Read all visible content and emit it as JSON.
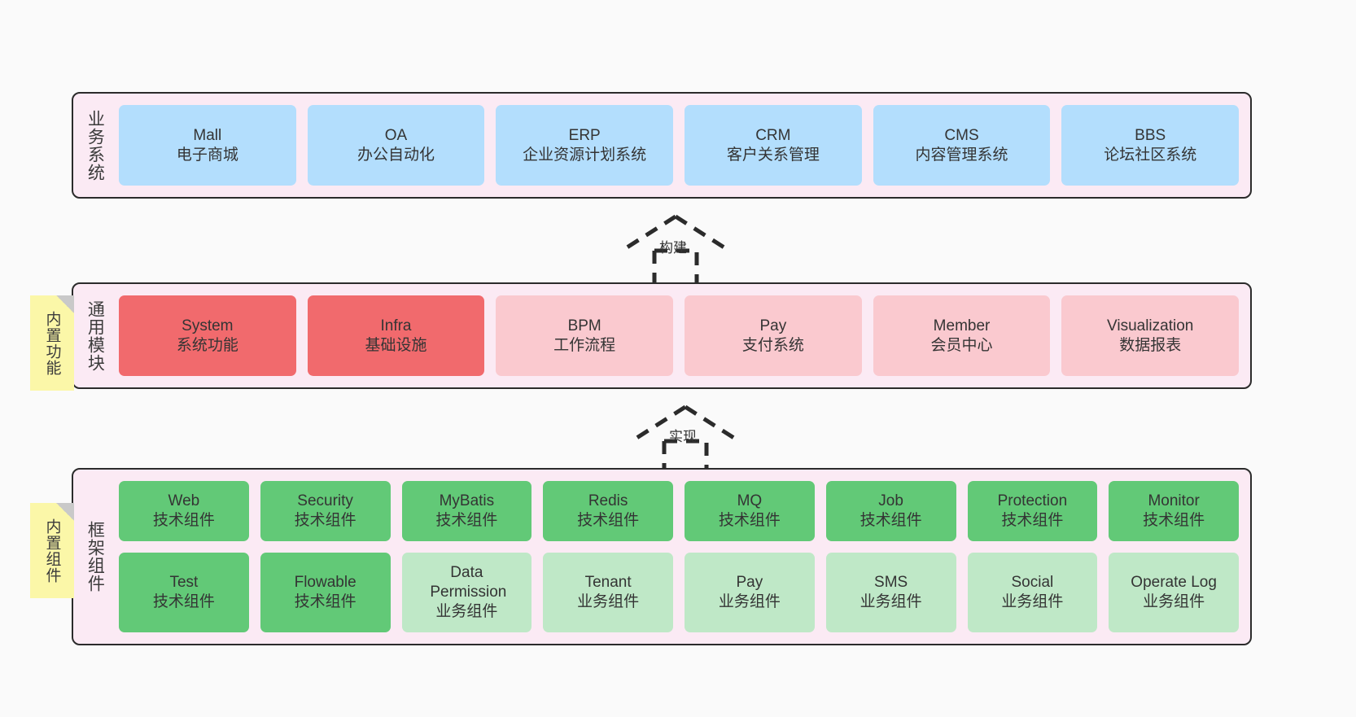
{
  "diagram": {
    "title": "",
    "colors": {
      "panel_bg": "#fbeaf4",
      "panel_border": "#2b2b2b",
      "business_card": "#b3defd",
      "module_primary": "#f16a6d",
      "module_secondary": "#fac9cf",
      "tech_component": "#62c977",
      "business_component": "#bfe8c7",
      "sticky_note": "#fbf7a8",
      "canvas_bg": "#fafafa"
    },
    "layers": [
      {
        "id": "business-system",
        "title": "业务系统",
        "rows": [
          {
            "cards": [
              {
                "en": "Mall",
                "cn": "电子商城",
                "style": "c-blue"
              },
              {
                "en": "OA",
                "cn": "办公自动化",
                "style": "c-blue"
              },
              {
                "en": "ERP",
                "cn": "企业资源计划系统",
                "style": "c-blue"
              },
              {
                "en": "CRM",
                "cn": "客户关系管理",
                "style": "c-blue"
              },
              {
                "en": "CMS",
                "cn": "内容管理系统",
                "style": "c-blue"
              },
              {
                "en": "BBS",
                "cn": "论坛社区系统",
                "style": "c-blue"
              }
            ]
          }
        ]
      },
      {
        "id": "common-module",
        "title": "通用模块",
        "sticky": "内置功能",
        "rows": [
          {
            "cards": [
              {
                "en": "System",
                "cn": "系统功能",
                "style": "c-red-strong"
              },
              {
                "en": "Infra",
                "cn": "基础设施",
                "style": "c-red-strong"
              },
              {
                "en": "BPM",
                "cn": "工作流程",
                "style": "c-red-light"
              },
              {
                "en": "Pay",
                "cn": "支付系统",
                "style": "c-red-light"
              },
              {
                "en": "Member",
                "cn": "会员中心",
                "style": "c-red-light"
              },
              {
                "en": "Visualization",
                "cn": "数据报表",
                "style": "c-red-light"
              }
            ]
          }
        ]
      },
      {
        "id": "framework-component",
        "title": "框架组件",
        "sticky": "内置组件",
        "rows": [
          {
            "cards": [
              {
                "en": "Web",
                "cn": "技术组件",
                "style": "c-green-strong"
              },
              {
                "en": "Security",
                "cn": "技术组件",
                "style": "c-green-strong"
              },
              {
                "en": "MyBatis",
                "cn": "技术组件",
                "style": "c-green-strong"
              },
              {
                "en": "Redis",
                "cn": "技术组件",
                "style": "c-green-strong"
              },
              {
                "en": "MQ",
                "cn": "技术组件",
                "style": "c-green-strong"
              },
              {
                "en": "Job",
                "cn": "技术组件",
                "style": "c-green-strong"
              },
              {
                "en": "Protection",
                "cn": "技术组件",
                "style": "c-green-strong"
              },
              {
                "en": "Monitor",
                "cn": "技术组件",
                "style": "c-green-strong"
              }
            ]
          },
          {
            "cards": [
              {
                "en": "Test",
                "cn": "技术组件",
                "style": "c-green-strong"
              },
              {
                "en": "Flowable",
                "cn": "技术组件",
                "style": "c-green-strong"
              },
              {
                "en": "Data Permission",
                "cn": "业务组件",
                "style": "c-green-light"
              },
              {
                "en": "Tenant",
                "cn": "业务组件",
                "style": "c-green-light"
              },
              {
                "en": "Pay",
                "cn": "业务组件",
                "style": "c-green-light"
              },
              {
                "en": "SMS",
                "cn": "业务组件",
                "style": "c-green-light"
              },
              {
                "en": "Social",
                "cn": "业务组件",
                "style": "c-green-light"
              },
              {
                "en": "Operate Log",
                "cn": "业务组件",
                "style": "c-green-light"
              }
            ]
          }
        ]
      }
    ],
    "connectors": [
      {
        "id": "build",
        "label": "构建"
      },
      {
        "id": "implement",
        "label": "实现"
      }
    ]
  }
}
